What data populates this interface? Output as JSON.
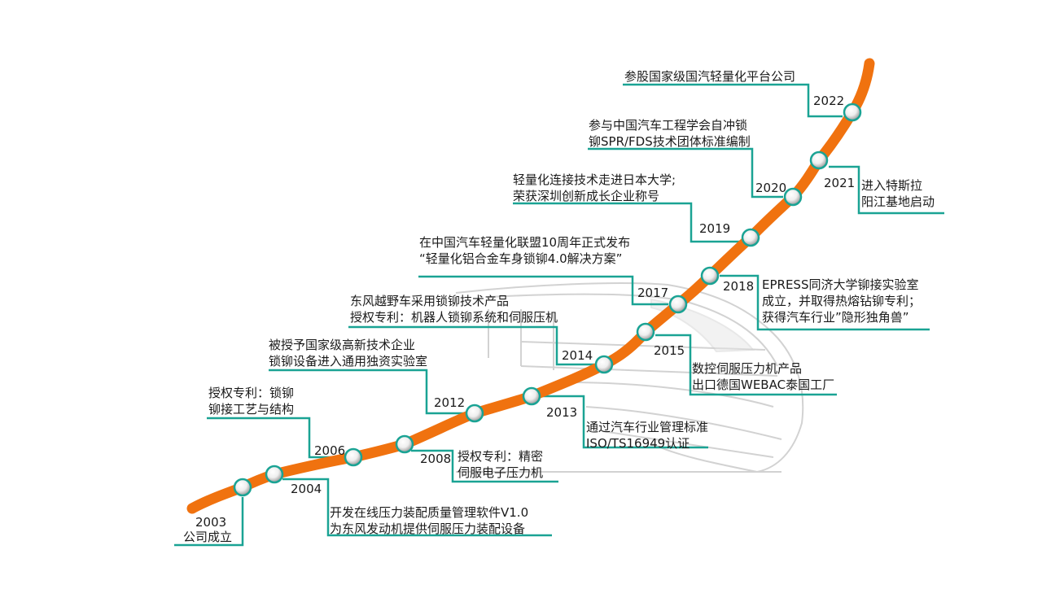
{
  "timeline": {
    "colors": {
      "curve": "#f0720f",
      "connector": "#1aa394",
      "train": "#b8b8b8"
    },
    "milestones": [
      {
        "id": "2003",
        "year": "2003",
        "lines": [
          "公司成立"
        ]
      },
      {
        "id": "2004",
        "year": "2004",
        "lines": [
          "开发在线压力装配质量管理软件V1.0",
          "为东风发动机提供伺服压力装配设备"
        ]
      },
      {
        "id": "2006",
        "year": "2006",
        "lines": [
          "授权专利：锁铆",
          "铆接工艺与结构"
        ]
      },
      {
        "id": "2008",
        "year": "2008",
        "lines": [
          "授权专利：精密",
          "伺服电子压力机"
        ]
      },
      {
        "id": "2012",
        "year": "2012",
        "lines": [
          "被授予国家级高新技术企业",
          "锁铆设备进入通用独资实验室"
        ]
      },
      {
        "id": "2013",
        "year": "2013",
        "lines": [
          "通过汽车行业管理标准",
          "ISO/TS16949认证"
        ]
      },
      {
        "id": "2014",
        "year": "2014",
        "lines": [
          "东风越野车采用锁铆技术产品",
          "授权专利：机器人锁铆系统和伺服压机"
        ]
      },
      {
        "id": "2015",
        "year": "2015",
        "lines": [
          "数控伺服压力机产品",
          "出口德国WEBAC泰国工厂"
        ]
      },
      {
        "id": "2017",
        "year": "2017",
        "lines": [
          "在中国汽车轻量化联盟10周年正式发布",
          "“轻量化铝合金车身锁铆4.0解决方案”"
        ]
      },
      {
        "id": "2018",
        "year": "2018",
        "lines": [
          "EPRESS同济大学铆接实验室",
          "成立，并取得热熔钻铆专利；",
          "获得汽车行业”隐形独角兽”"
        ]
      },
      {
        "id": "2019",
        "year": "2019",
        "lines": [
          "轻量化连接技术走进日本大学;",
          "荣获深圳创新成长企业称号"
        ]
      },
      {
        "id": "2020",
        "year": "2020",
        "lines": [
          "参与中国汽车工程学会自冲锁",
          "铆SPR/FDS技术团体标准编制"
        ]
      },
      {
        "id": "2021",
        "year": "2021",
        "lines": [
          "进入特斯拉",
          "阳江基地启动"
        ]
      },
      {
        "id": "2022",
        "year": "2022",
        "lines": [
          "参股国家级国汽轻量化平台公司"
        ]
      }
    ]
  }
}
